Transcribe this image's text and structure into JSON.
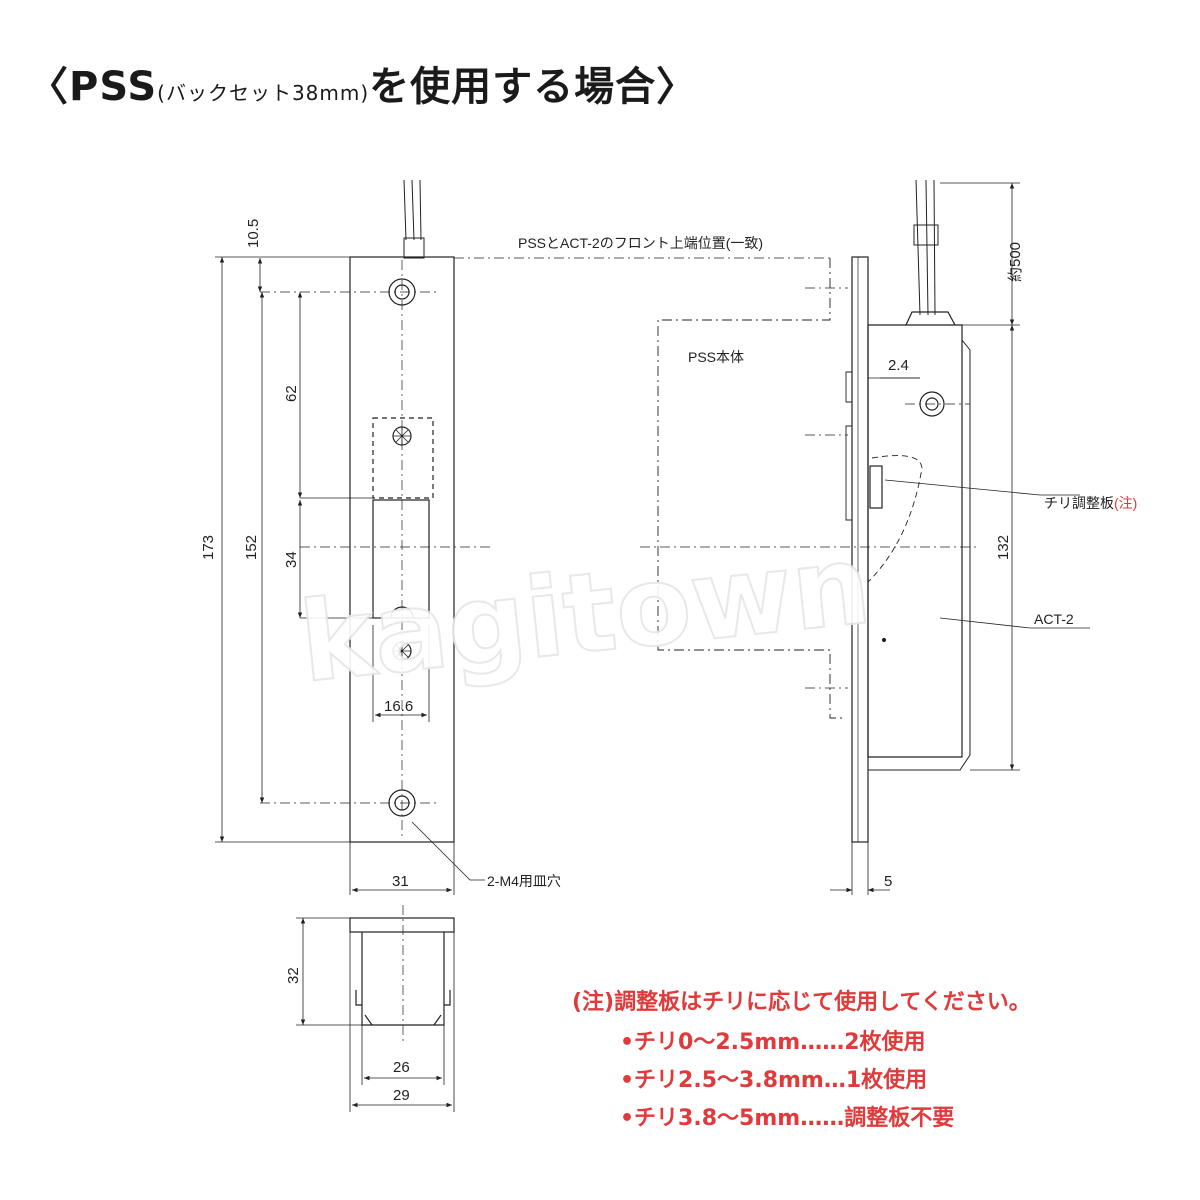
{
  "title": {
    "open": "〈PSS",
    "sub": "(バックセット38mm)",
    "rest": "を使用する場合〉"
  },
  "labels": {
    "front_top": "PSSとACT-2のフロント上端位置(一致)",
    "pss_body": "PSS本体",
    "chiri_plate": "チリ調整板",
    "chiri_note_mark": "(注)",
    "act2": "ACT-2",
    "screw_holes": "2-M4用皿穴",
    "approx_500": "約500"
  },
  "dimensions": {
    "d10_5": "10.5",
    "d62": "62",
    "d152": "152",
    "d34": "34",
    "d173": "173",
    "d16_6": "16.6",
    "d31": "31",
    "d32": "32",
    "d26": "26",
    "d29": "29",
    "d2_4": "2.4",
    "d132": "132",
    "d5": "5"
  },
  "note": {
    "head": "(注)調整板はチリに応じて使用してください。",
    "lines": [
      "•チリ0〜2.5mm……2枚使用",
      "•チリ2.5〜3.8mm…1枚使用",
      "•チリ3.8〜5mm……調整板不要"
    ]
  },
  "watermark": "kagitown",
  "colors": {
    "accent": "#e03a3a",
    "line": "#222222"
  }
}
